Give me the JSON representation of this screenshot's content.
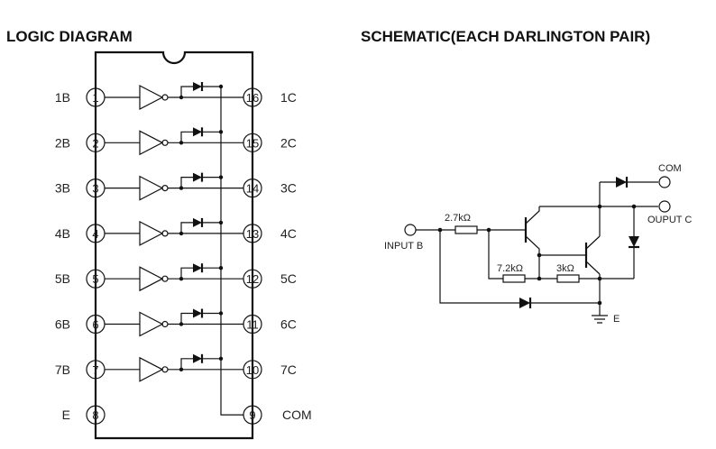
{
  "titles": {
    "logic": "LOGIC DIAGRAM",
    "schematic": "SCHEMATIC(EACH DARLINGTON PAIR)"
  },
  "logic": {
    "channels": [
      {
        "in_label": "1B",
        "in_pin": "1",
        "out_pin": "16",
        "out_label": "1C"
      },
      {
        "in_label": "2B",
        "in_pin": "2",
        "out_pin": "15",
        "out_label": "2C"
      },
      {
        "in_label": "3B",
        "in_pin": "3",
        "out_pin": "14",
        "out_label": "3C"
      },
      {
        "in_label": "4B",
        "in_pin": "4",
        "out_pin": "13",
        "out_label": "4C"
      },
      {
        "in_label": "5B",
        "in_pin": "5",
        "out_pin": "12",
        "out_label": "5C"
      },
      {
        "in_label": "6B",
        "in_pin": "6",
        "out_pin": "11",
        "out_label": "6C"
      },
      {
        "in_label": "7B",
        "in_pin": "7",
        "out_pin": "10",
        "out_label": "7C"
      }
    ],
    "bottom": {
      "left_label": "E",
      "left_pin": "8",
      "right_pin": "9",
      "right_label": "COM"
    }
  },
  "schematic": {
    "input": "INPUT B",
    "output": "OUPUT C",
    "com": "COM",
    "emitter": "E",
    "r_base": "2.7kΩ",
    "r_mid": "7.2kΩ",
    "r_emit": "3kΩ"
  }
}
